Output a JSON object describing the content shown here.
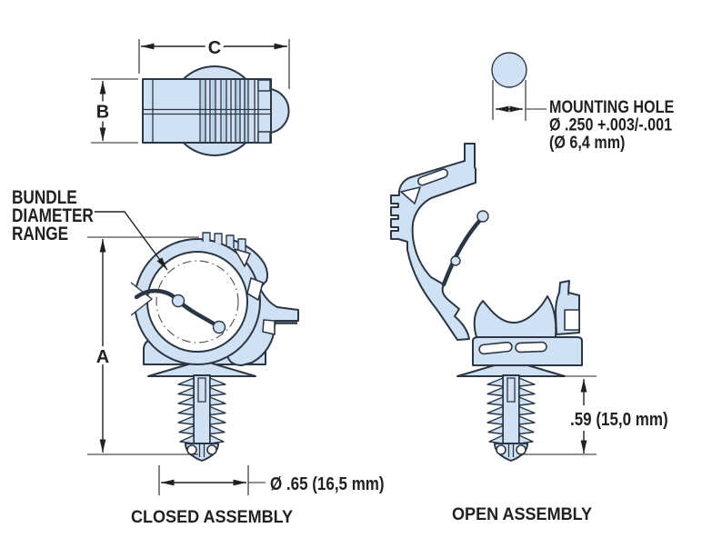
{
  "diagram": {
    "side_view": {
      "dim_width_label": "C",
      "dim_height_label": "B"
    },
    "mounting_hole": {
      "title": "MOUNTING HOLE",
      "dia_spec": "Ø .250 +.003/-.001",
      "dia_metric": "(Ø 6,4 mm)"
    },
    "closed_assembly": {
      "caption": "CLOSED ASSEMBLY",
      "dim_height_label": "A",
      "dim_width_label": "Ø .65 (16,5 mm)",
      "bundle_note_line1": "BUNDLE",
      "bundle_note_line2": "DIAMETER",
      "bundle_note_line3": "RANGE"
    },
    "open_assembly": {
      "caption": "OPEN ASSEMBLY",
      "dim_pin_label": ".59 (15,0 mm)"
    },
    "colors": {
      "background": "#ffffff",
      "part_fill": "#cfe1f2",
      "part_shade": "#b9cfe4",
      "part_line": "#2b3644",
      "dim_line": "#231f20",
      "text": "#231f20"
    }
  }
}
